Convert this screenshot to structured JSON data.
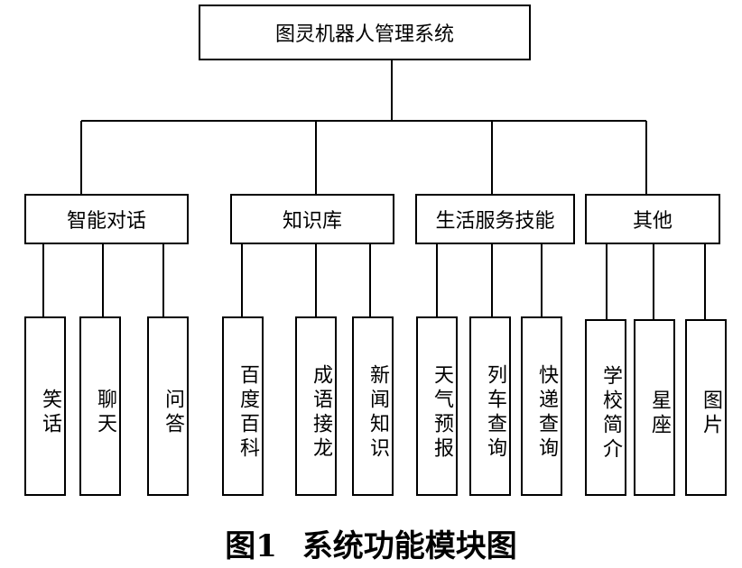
{
  "root": {
    "label": "图灵机器人管理系统"
  },
  "categories": [
    {
      "label": "智能对话",
      "children": [
        "笑话",
        "聊天",
        "问答"
      ]
    },
    {
      "label": "知识库",
      "children": [
        "百度百科",
        "成语接龙",
        "新闻知识"
      ]
    },
    {
      "label": "生活服务技能",
      "children": [
        "天气预报",
        "列车查询",
        "快递查询"
      ]
    },
    {
      "label": "其他",
      "children": [
        "学校简介",
        "星座",
        "图片"
      ]
    }
  ],
  "caption": {
    "number": "图1",
    "title": "系统功能模块图"
  }
}
